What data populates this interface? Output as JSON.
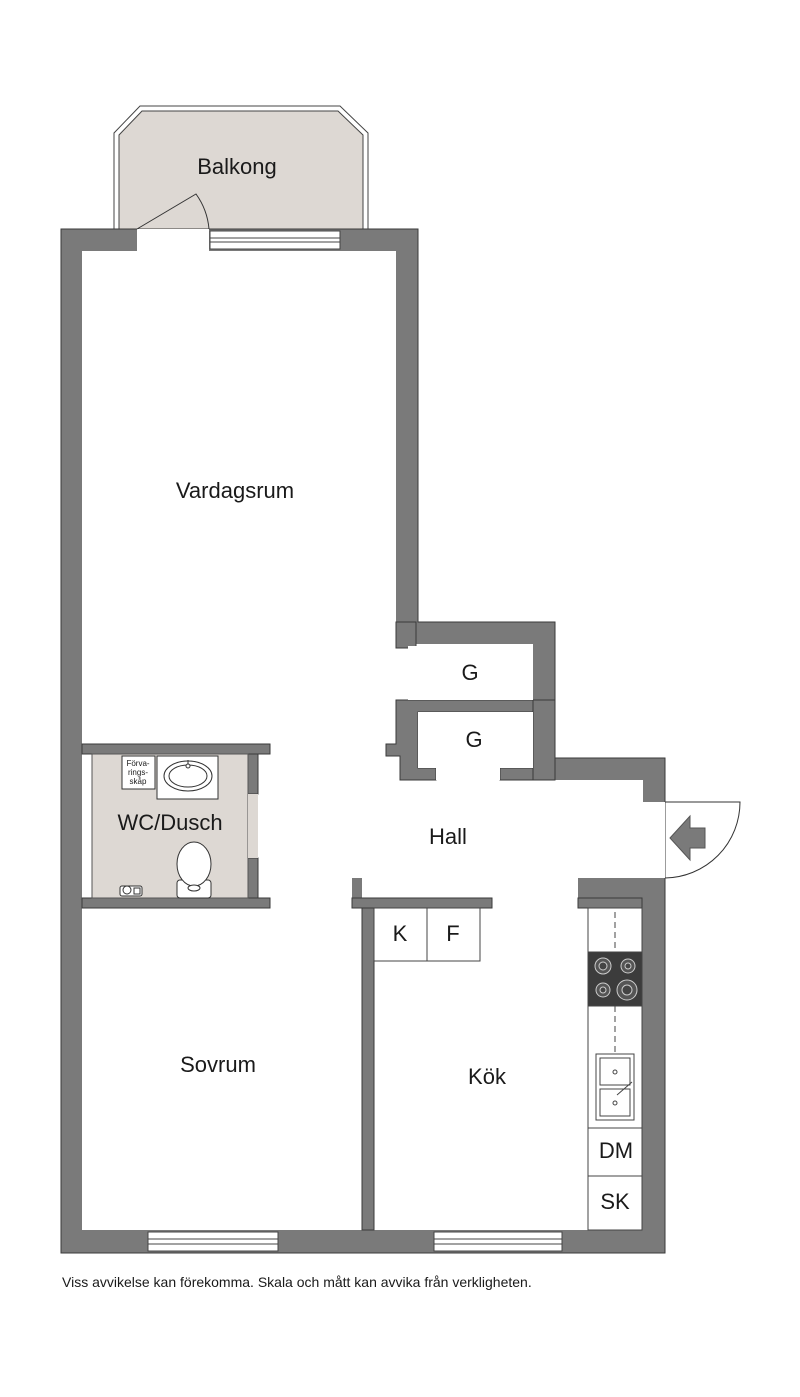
{
  "colors": {
    "wall": "#7a7a7a",
    "wall_outline": "#3a3a3a",
    "floor": "#ffffff",
    "tiled_floor": "#ddd8d3",
    "balcony": "#ddd8d3",
    "fixture_line": "#333333",
    "stove_top": "#3c3c3c"
  },
  "rooms": {
    "balkong": "Balkong",
    "vardagsrum": "Vardagsrum",
    "wc_dusch": "WC/Dusch",
    "hall": "Hall",
    "sovrum": "Sovrum",
    "kok": "Kök",
    "garderob_1": "G",
    "garderob_2": "G"
  },
  "fixtures": {
    "storage_line1": "Förva-",
    "storage_line2": "rings-",
    "storage_line3": "skåp",
    "kyl": "K",
    "frys": "F",
    "diskmaskin": "DM",
    "skap": "SK"
  },
  "icons": {
    "entrance": "entrance-arrow-icon",
    "washing_machine": "washing-machine-icon"
  },
  "disclaimer": "Viss avvikelse kan förekomma. Skala och mått kan avvika från verkligheten."
}
